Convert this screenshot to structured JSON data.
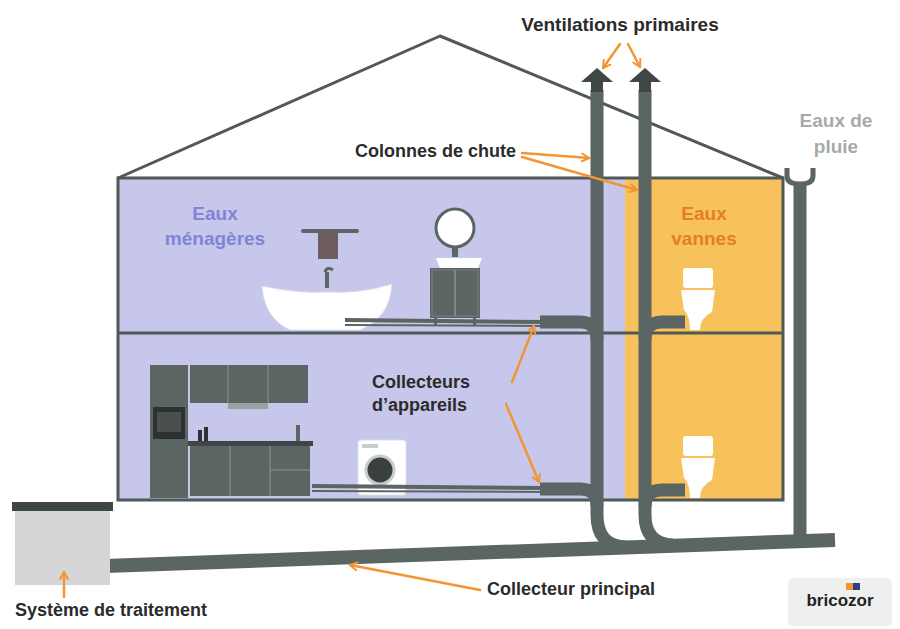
{
  "diagram": {
    "nodes": [
      {
        "text": [
          "Eaux ménagères"
        ]
      },
      {
        "text": [
          "Eaux vannes"
        ]
      },
      {
        "text": [
          "Système de traitement"
        ]
      }
    ],
    "labels": [
      "Ventilations primaires",
      "Colonnes de chute",
      "Eaux de pluie",
      "Collecteurs d’appareils",
      "Collecteur principal",
      "bricozor"
    ]
  }
}
